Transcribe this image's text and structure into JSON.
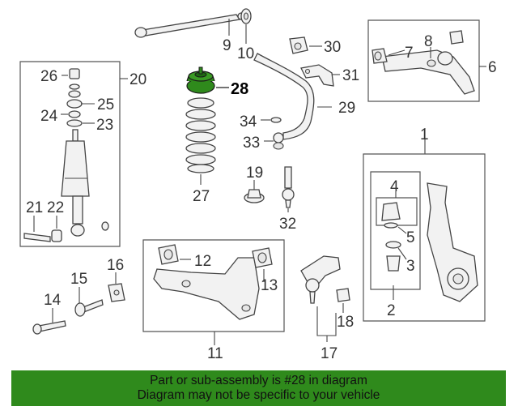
{
  "highlight_color": "#2f8a1c",
  "callouts": {
    "c1": "1",
    "c2": "2",
    "c3": "3",
    "c4": "4",
    "c5": "5",
    "c6": "6",
    "c7": "7",
    "c8": "8",
    "c9": "9",
    "c10": "10",
    "c11": "11",
    "c12": "12",
    "c13": "13",
    "c14": "14",
    "c15": "15",
    "c16": "16",
    "c17": "17",
    "c18": "18",
    "c19": "19",
    "c20": "20",
    "c21": "21",
    "c22": "22",
    "c23": "23",
    "c24": "24",
    "c25": "25",
    "c26": "26",
    "c27": "27",
    "c28": "28",
    "c29": "29",
    "c30": "30",
    "c31": "31",
    "c32": "32",
    "c33": "33",
    "c34": "34"
  },
  "highlighted_part": "28",
  "banner": {
    "line1": "Part or sub-assembly is #28 in diagram",
    "line2": "Diagram may not be specific to your vehicle"
  }
}
